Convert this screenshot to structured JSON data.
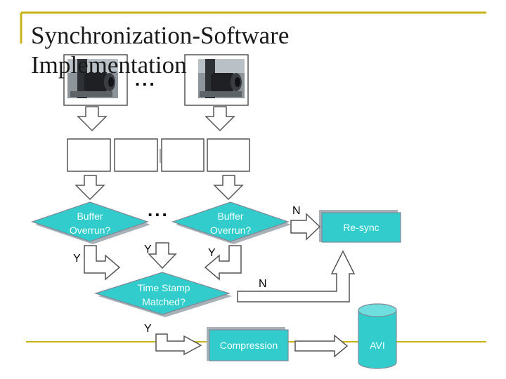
{
  "title": {
    "line1": "Synchronization-Software",
    "line2": "Implementation"
  },
  "nodes": {
    "buffer_left": {
      "line1": "Buffer",
      "line2": "Overrun?"
    },
    "buffer_right": {
      "line1": "Buffer",
      "line2": "Overrun?"
    },
    "resync": "Re-sync",
    "timestamp": {
      "line1": "Time Stamp",
      "line2": "Matched?"
    },
    "compression": "Compression",
    "avi": "AVI"
  },
  "branch_labels": {
    "left_yes": "Y",
    "mid_yes": "Y",
    "right_yes": "Y",
    "right_no": "N",
    "timestamp_no": "N",
    "timestamp_yes": "Y"
  },
  "ellipsis": {
    "top": "...",
    "middle": "..."
  },
  "colors": {
    "accent_rule": "#c8b418",
    "node_fill": "#33cccc",
    "node_border": "#7f8a96",
    "shadow": "#a8b0b8",
    "title_text": "#1a1a1a"
  }
}
